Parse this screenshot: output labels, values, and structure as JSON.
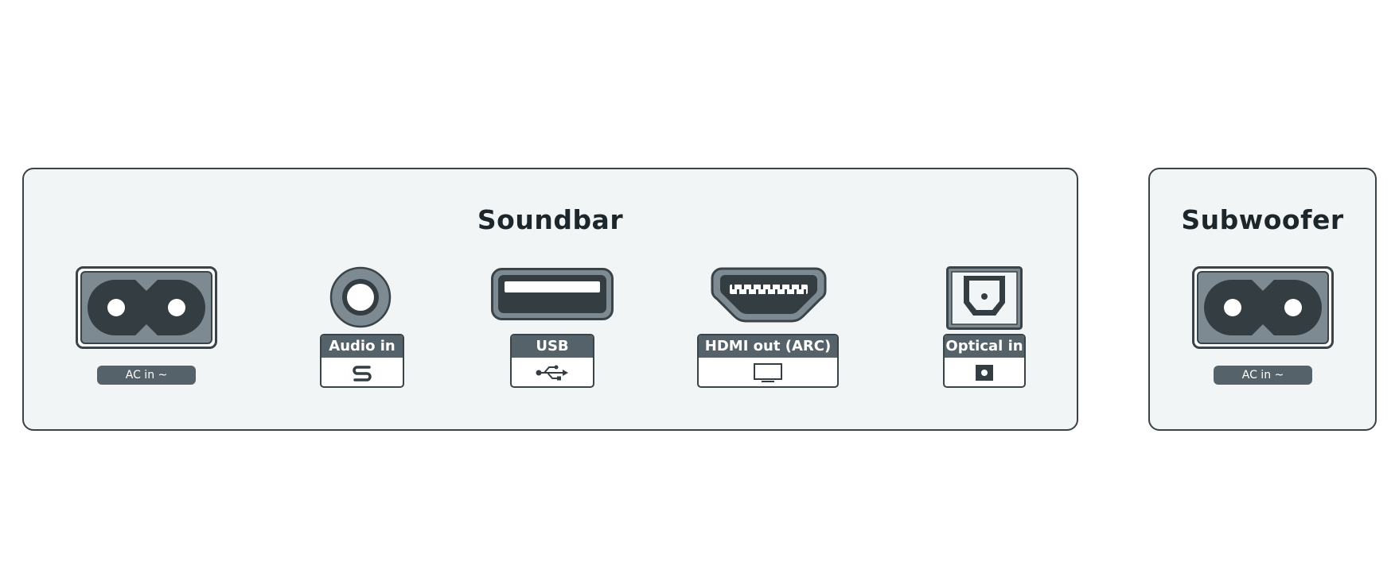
{
  "soundbar": {
    "title": "Soundbar",
    "ports": {
      "ac_in": {
        "label": "AC in ~",
        "icon": "ac-power-socket-icon"
      },
      "audio_in": {
        "label": "Audio in",
        "icon": "audio-jack-icon"
      },
      "usb": {
        "label": "USB",
        "icon": "usb-icon"
      },
      "hdmi": {
        "label": "HDMI out (ARC)",
        "icon": "hdmi-icon"
      },
      "optical_in": {
        "label": "Optical in",
        "icon": "optical-icon"
      }
    }
  },
  "subwoofer": {
    "title": "Subwoofer",
    "ports": {
      "ac_in": {
        "label": "AC in ~",
        "icon": "ac-power-socket-icon"
      }
    }
  },
  "colors": {
    "panel_fill": "#f2f5f6",
    "outline": "#3a4348",
    "label_fill": "#566269",
    "socket_fill": "#333d42",
    "socket_bezel": "#7d8a91"
  }
}
